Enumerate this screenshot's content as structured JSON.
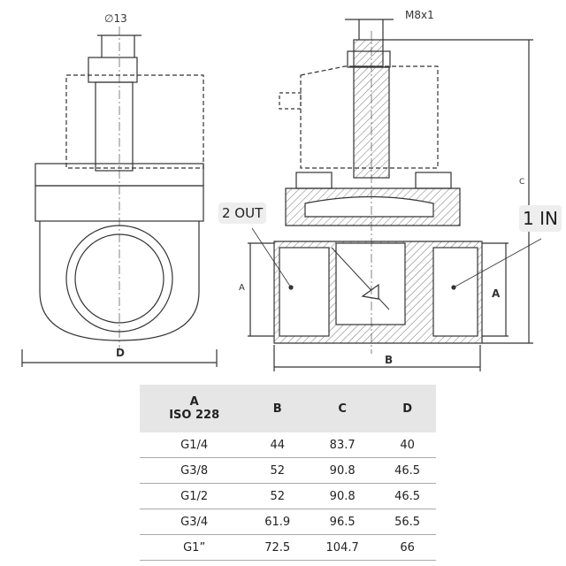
{
  "drawing": {
    "left_view": {
      "diameter_label": "∅13",
      "width_label": "D"
    },
    "right_view": {
      "thread_label": "M8x1",
      "height_label": "C",
      "port_label_left": "A",
      "port_label_right": "A",
      "width_label": "B",
      "outlet_label": "2 OUT",
      "inlet_label": "1 IN"
    }
  },
  "table": {
    "headers": [
      {
        "line1": "A",
        "line2": "ISO 228"
      },
      {
        "line1": "B"
      },
      {
        "line1": "C"
      },
      {
        "line1": "D"
      }
    ],
    "rows": [
      [
        "G1/4",
        "44",
        "83.7",
        "40"
      ],
      [
        "G3/8",
        "52",
        "90.8",
        "46.5"
      ],
      [
        "G1/2",
        "52",
        "90.8",
        "46.5"
      ],
      [
        "G3/4",
        "61.9",
        "96.5",
        "56.5"
      ],
      [
        "G1”",
        "72.5",
        "104.7",
        "66"
      ]
    ]
  }
}
